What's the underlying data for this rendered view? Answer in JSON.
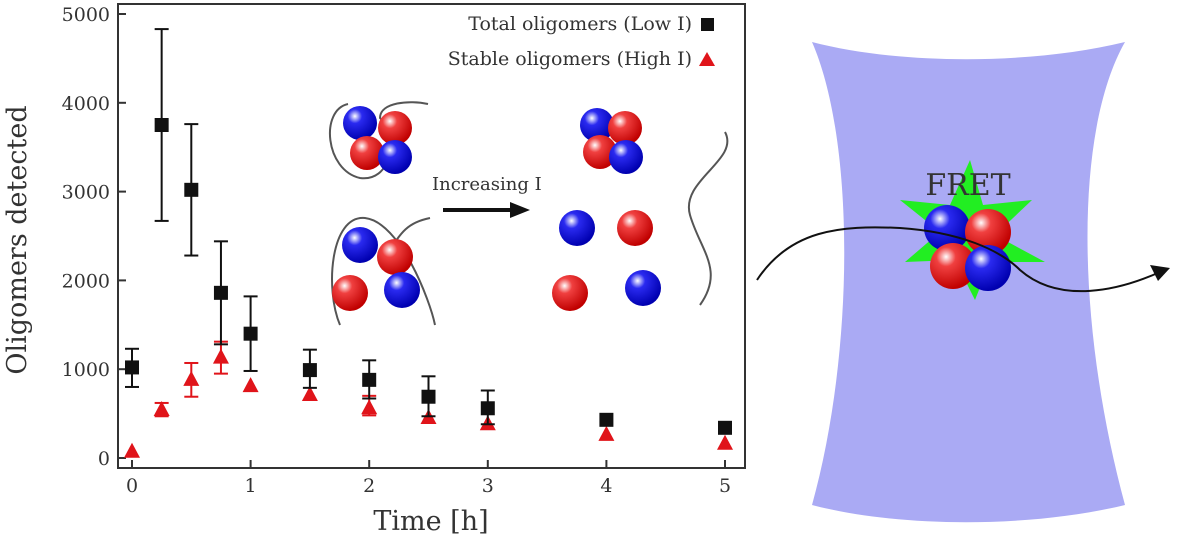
{
  "chart_data": {
    "type": "scatter",
    "title": "",
    "xlabel": "Time [h]",
    "ylabel": "Oligomers detected",
    "xlim": [
      -0.1,
      5.1
    ],
    "ylim": [
      -120,
      5150
    ],
    "xticks": [
      0,
      1,
      2,
      3,
      4,
      5
    ],
    "yticks": [
      0,
      1000,
      2000,
      3000,
      4000,
      5000
    ],
    "grid": false,
    "legend_position": "top-right",
    "series": [
      {
        "name": "Total oligomers (Low I)",
        "marker": "square",
        "color": "#111111",
        "x": [
          0,
          0.25,
          0.5,
          0.75,
          1,
          1.5,
          2,
          2.5,
          3,
          4,
          5
        ],
        "y": [
          1020,
          3750,
          3020,
          1860,
          1400,
          990,
          880,
          690,
          560,
          430,
          340
        ],
        "err_low": [
          800,
          2670,
          2280,
          1280,
          980,
          790,
          670,
          470,
          380,
          null,
          null
        ],
        "err_high": [
          1230,
          4830,
          3760,
          2440,
          1820,
          1220,
          1100,
          920,
          760,
          null,
          null
        ]
      },
      {
        "name": "Stable oligomers (High I)",
        "marker": "triangle",
        "color": "#e0141a",
        "x": [
          0,
          0.25,
          0.5,
          0.75,
          1,
          1.5,
          2,
          2.5,
          3,
          4,
          5
        ],
        "y": [
          70,
          540,
          880,
          1130,
          810,
          710,
          560,
          450,
          380,
          260,
          160
        ],
        "err_low": [
          null,
          470,
          690,
          950,
          null,
          null,
          480,
          null,
          null,
          null,
          null
        ],
        "err_high": [
          null,
          620,
          1070,
          1310,
          null,
          null,
          700,
          null,
          null,
          null,
          null
        ]
      }
    ],
    "annotations": [
      "Increasing I",
      "FRET"
    ]
  }
}
